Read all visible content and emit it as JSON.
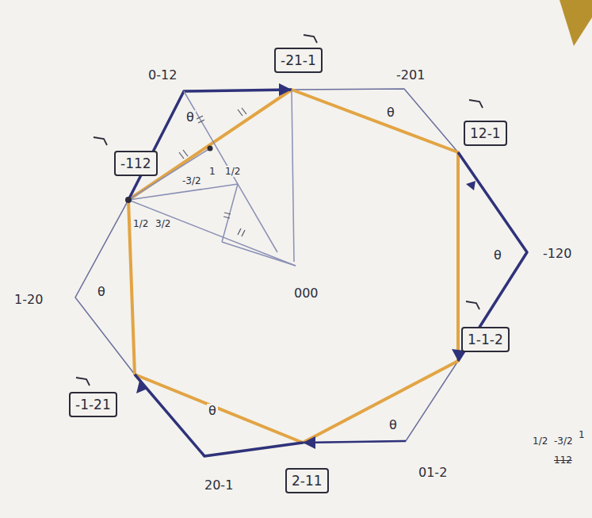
{
  "diagram": {
    "nodes": [
      {
        "text": [
          "-21-1"
        ]
      },
      {
        "text": [
          "12-1"
        ]
      },
      {
        "text": [
          "1-1-2"
        ]
      },
      {
        "text": [
          "2-11"
        ]
      },
      {
        "text": [
          "-1-21"
        ]
      },
      {
        "text": [
          "-112"
        ]
      }
    ],
    "labels": [
      "0-12",
      "-201",
      "-120",
      "01-2",
      "20-1",
      "1-20",
      "000",
      "θ",
      "θ",
      "θ",
      "θ",
      "θ",
      "θ",
      "-3/2",
      "1",
      "1/2",
      "1/2",
      "3/2",
      "1/2",
      "-3/2",
      "1",
      "112"
    ]
  }
}
